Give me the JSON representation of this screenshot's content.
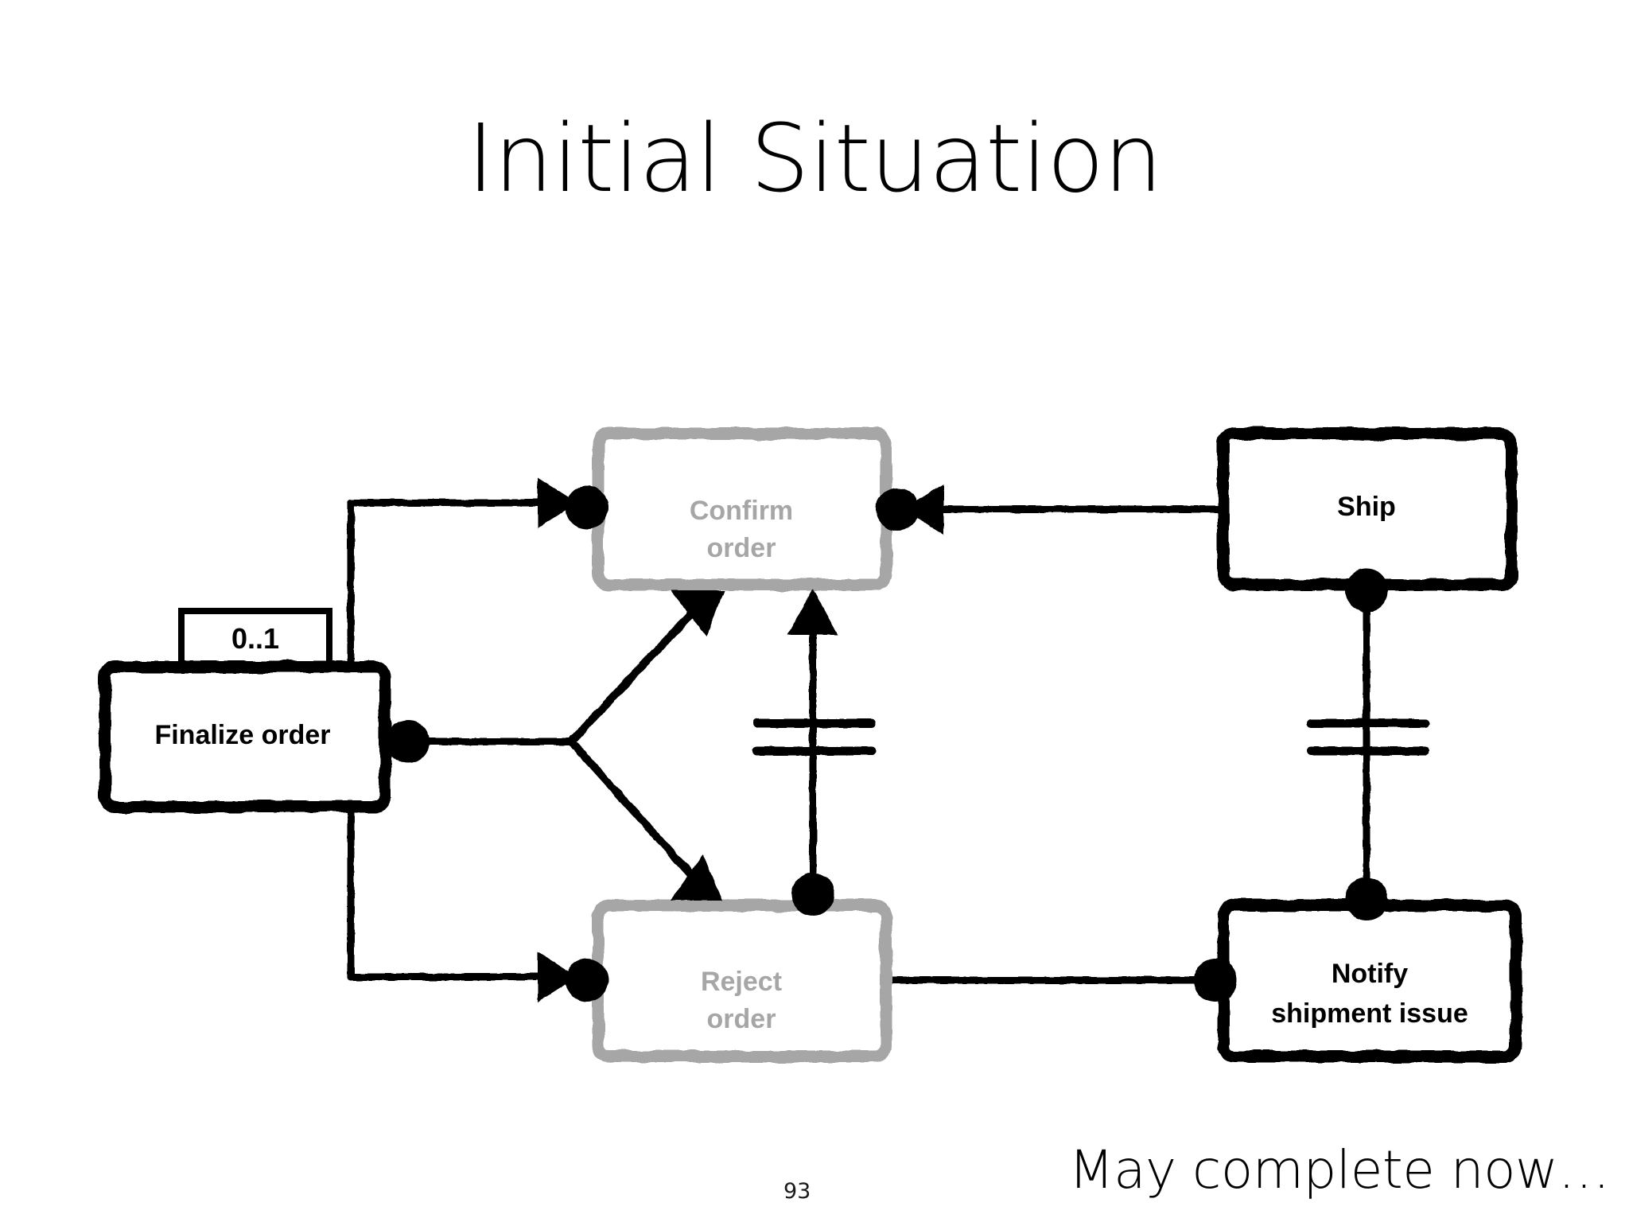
{
  "slide": {
    "title": "Initial Situation",
    "page_number": "93",
    "footer_note": "May complete now…",
    "background_color": "#ffffff"
  },
  "colors": {
    "active_node_stroke": "#000000",
    "inactive_node_stroke": "#a6a6a6",
    "active_node_text": "#000000",
    "inactive_node_text": "#a6a6a6",
    "connector": "#000000",
    "node_fill": "#ffffff"
  },
  "diagram": {
    "type": "activity-collaboration-diagram",
    "nodes": [
      {
        "id": "finalize-order",
        "label": "Finalize order",
        "state": "active",
        "text_color": "#000000",
        "border_color": "#000000",
        "multiplicity_tag": "0..1"
      },
      {
        "id": "confirm-order",
        "label": "Confirm order",
        "label_line1": "Confirm",
        "label_line2": "order",
        "state": "inactive",
        "text_color": "#a6a6a6",
        "border_color": "#a6a6a6"
      },
      {
        "id": "reject-order",
        "label": "Reject order",
        "label_line1": "Reject",
        "label_line2": "order",
        "state": "inactive",
        "text_color": "#a6a6a6",
        "border_color": "#a6a6a6"
      },
      {
        "id": "ship",
        "label": "Ship",
        "state": "active",
        "text_color": "#000000",
        "border_color": "#000000"
      },
      {
        "id": "notify-shipment-issue",
        "label": "Notify shipment issue",
        "label_line1": "Notify",
        "label_line2": "shipment issue",
        "state": "active",
        "text_color": "#000000",
        "border_color": "#000000"
      }
    ],
    "connectors": [
      {
        "id": "finalize-to-confirm-top",
        "from": "finalize-order",
        "to": "confirm-order",
        "style": "orthogonal",
        "end_marker": "arrow-and-port-dot"
      },
      {
        "id": "finalize-to-reject-bottom",
        "from": "finalize-order",
        "to": "reject-order",
        "style": "orthogonal",
        "end_marker": "arrow-and-port-dot"
      },
      {
        "id": "finalize-fork-to-confirm",
        "from": "finalize-order",
        "to": "confirm-order",
        "style": "fork-branch",
        "end_marker": "arrow"
      },
      {
        "id": "finalize-fork-to-reject",
        "from": "finalize-order",
        "to": "reject-order",
        "style": "fork-branch",
        "end_marker": "arrow"
      },
      {
        "id": "ship-to-confirm",
        "from": "ship",
        "to": "confirm-order",
        "style": "straight",
        "end_marker": "arrow-and-port-dot"
      },
      {
        "id": "reject-to-notify",
        "from": "reject-order",
        "to": "notify-shipment-issue",
        "style": "straight",
        "end_marker": "port-dot"
      },
      {
        "id": "reject-to-confirm-sync",
        "from": "reject-order",
        "to": "confirm-order",
        "style": "straight",
        "end_marker": "arrow",
        "decoration": "synchronization-double-bar"
      },
      {
        "id": "ship-to-notify-sync",
        "from": "ship",
        "to": "notify-shipment-issue",
        "style": "straight",
        "end_marker": "port-dot",
        "decoration": "synchronization-double-bar"
      }
    ]
  }
}
